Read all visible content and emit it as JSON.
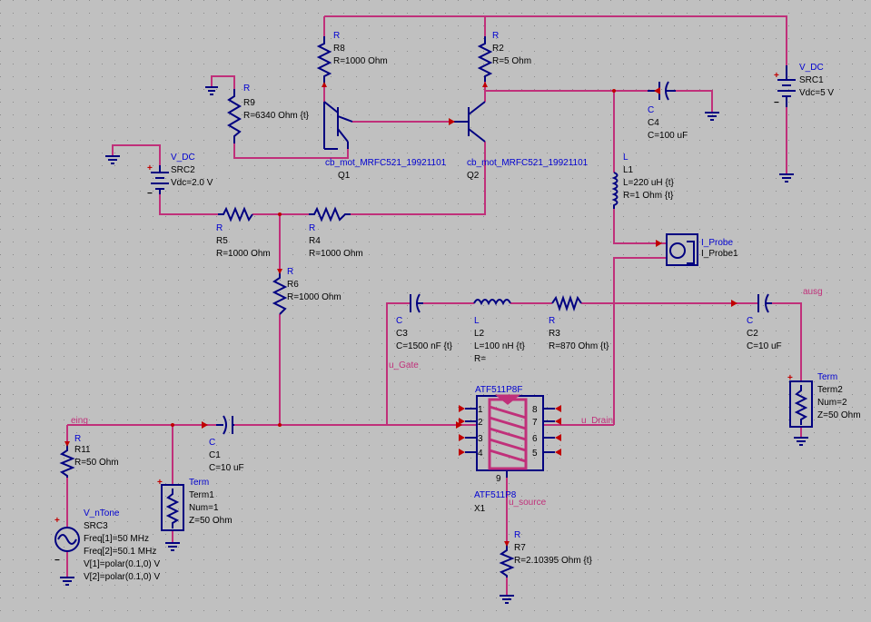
{
  "components": {
    "r8": {
      "type": "R",
      "name": "R8",
      "value": "R=1000 Ohm"
    },
    "r2": {
      "type": "R",
      "name": "R2",
      "value": "R=5 Ohm"
    },
    "r9": {
      "type": "R",
      "name": "R9",
      "value": "R=6340 Ohm {t}"
    },
    "q1": {
      "model": "cb_mot_MRFC521_19921101",
      "name": "Q1"
    },
    "q2": {
      "model": "cb_mot_MRFC521_19921101",
      "name": "Q2"
    },
    "src1": {
      "type": "V_DC",
      "name": "SRC1",
      "value": "Vdc=5 V"
    },
    "src2": {
      "type": "V_DC",
      "name": "SRC2",
      "value": "Vdc=2.0 V"
    },
    "c4": {
      "type": "C",
      "name": "C4",
      "value": "C=100 uF"
    },
    "l1": {
      "type": "L",
      "name": "L1",
      "value": "L=220 uH {t}",
      "value2": "R=1 Ohm {t}"
    },
    "r5": {
      "type": "R",
      "name": "R5",
      "value": "R=1000 Ohm"
    },
    "r4": {
      "type": "R",
      "name": "R4",
      "value": "R=1000 Ohm"
    },
    "r6": {
      "type": "R",
      "name": "R6",
      "value": "R=1000 Ohm"
    },
    "iprobe": {
      "type": "I_Probe",
      "name": "I_Probe1"
    },
    "c3": {
      "type": "C",
      "name": "C3",
      "value": "C=1500 nF {t}"
    },
    "l2": {
      "type": "L",
      "name": "L2",
      "value": "L=100 nH {t}",
      "value2": "R="
    },
    "r3": {
      "type": "R",
      "name": "R3",
      "value": "R=870 Ohm {t}"
    },
    "c2": {
      "type": "C",
      "name": "C2",
      "value": "C=10 uF"
    },
    "term2": {
      "type": "Term",
      "name": "Term2",
      "num": "Num=2",
      "z": "Z=50 Ohm"
    },
    "x1": {
      "type": "ATF511P8F",
      "sub": "ATF511P8",
      "name": "X1",
      "pins": [
        "1",
        "2",
        "3",
        "4",
        "5",
        "6",
        "7",
        "8",
        "9"
      ]
    },
    "c1": {
      "type": "C",
      "name": "C1",
      "value": "C=10 uF"
    },
    "r11": {
      "type": "R",
      "name": "R11",
      "value": "R=50 Ohm"
    },
    "term1": {
      "type": "Term",
      "name": "Term1",
      "num": "Num=1",
      "z": "Z=50 Ohm"
    },
    "src3": {
      "type": "V_nTone",
      "name": "SRC3",
      "lines": [
        "Freq[1]=50 MHz",
        "Freq[2]=50.1 MHz",
        "V[1]=polar(0.1,0) V",
        "V[2]=polar(0.1,0) V"
      ]
    },
    "r7": {
      "type": "R",
      "name": "R7",
      "value": "R=2.10395 Ohm {t}"
    }
  },
  "nets": {
    "ausg": "ausg",
    "u_gate": "u_Gate",
    "u_drain": "u_Drain",
    "u_source": "u_source",
    "eing": "eing"
  },
  "colors": {
    "background": "#c0c0c0",
    "wire": "#c0307a",
    "component": "#000080",
    "label": "#0000d0",
    "pin": "#c00000",
    "text": "#000000",
    "dot": "#a0a0a0"
  }
}
